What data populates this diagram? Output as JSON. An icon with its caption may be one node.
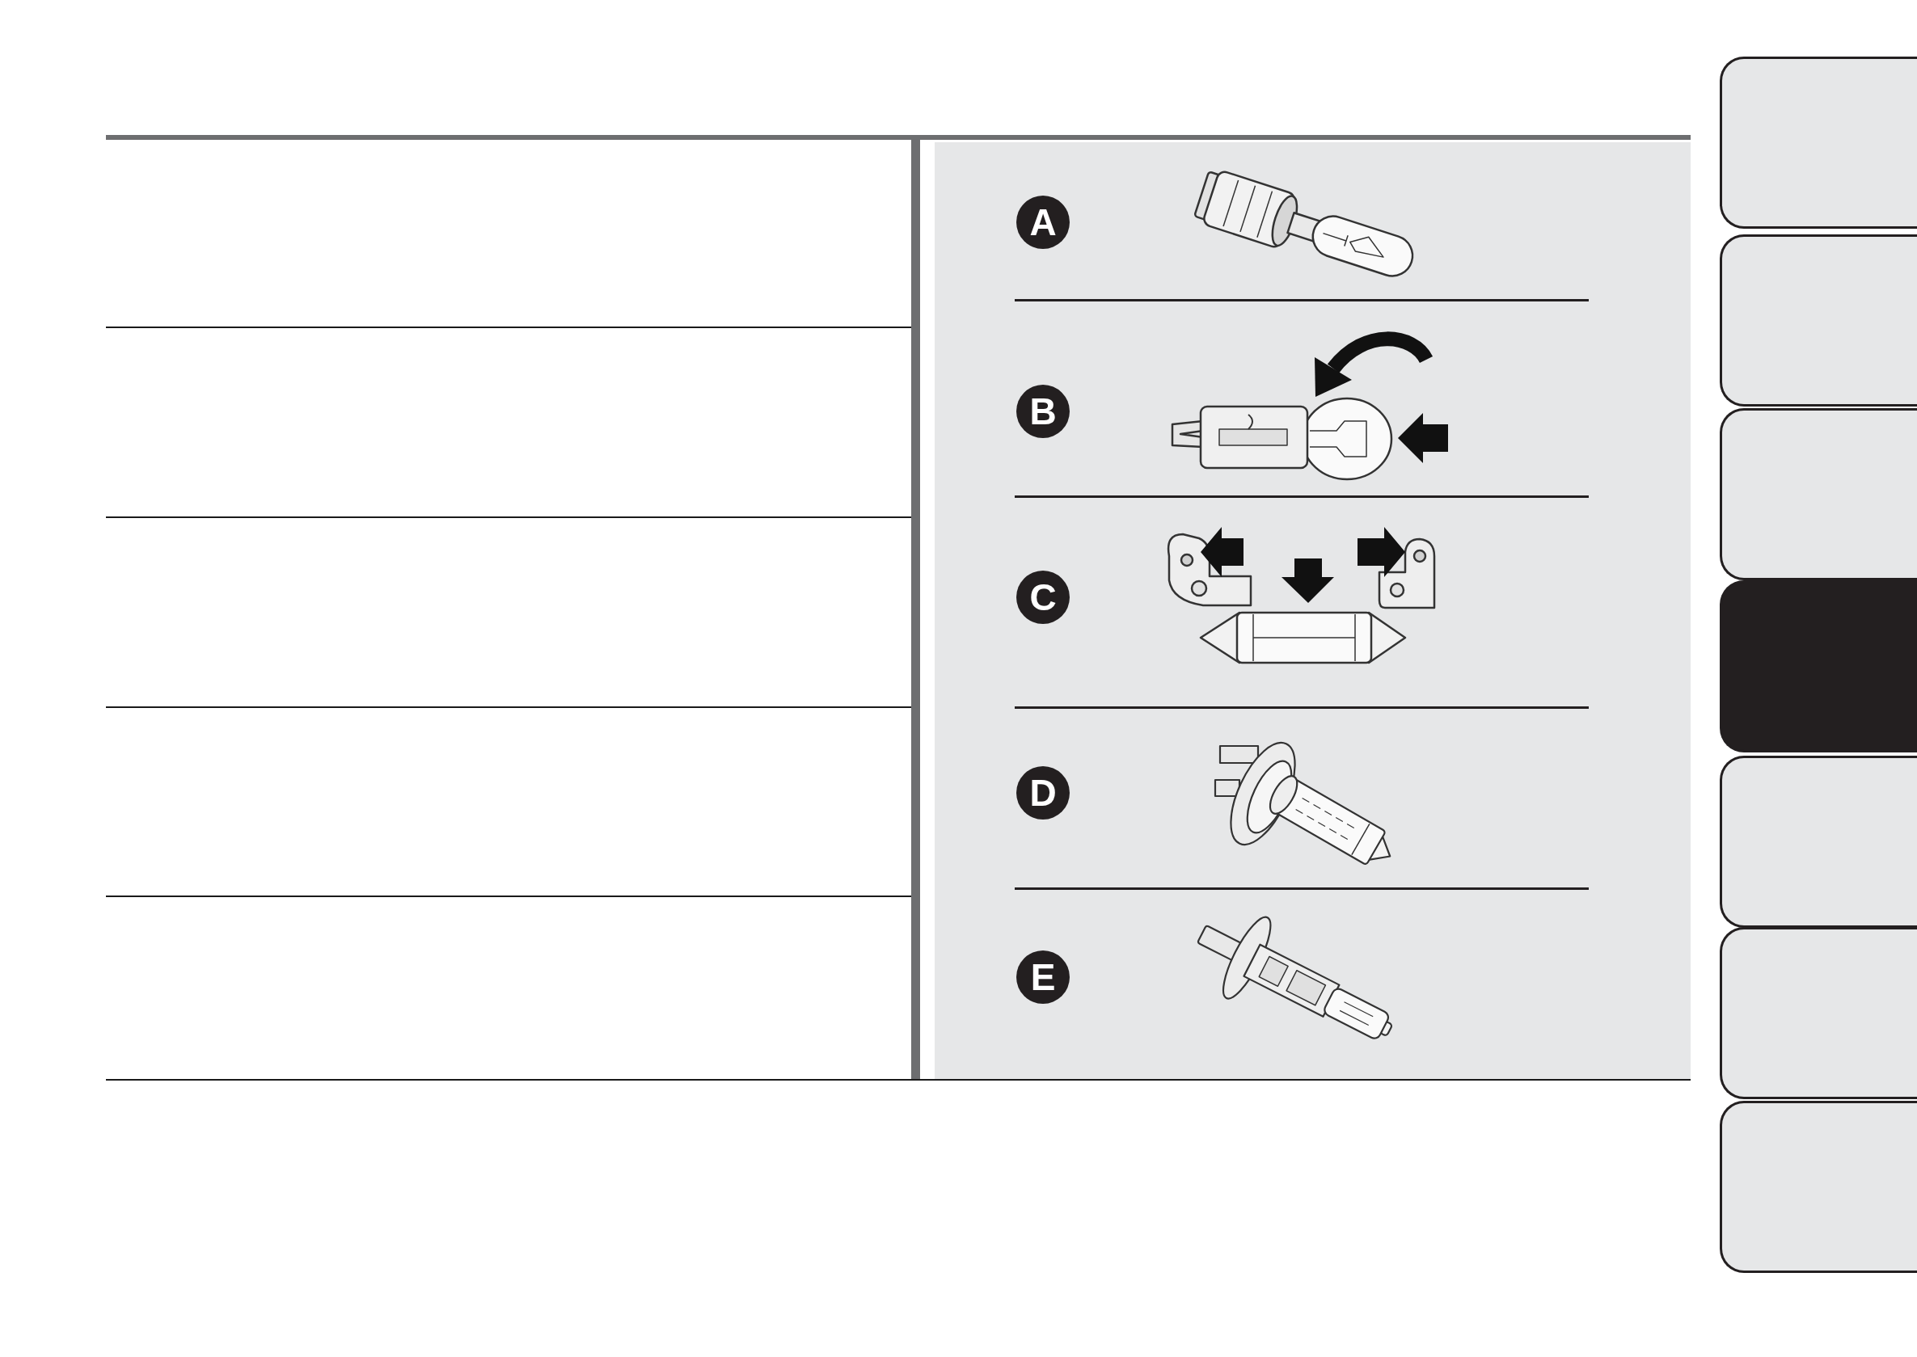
{
  "diagram": {
    "nodes": [
      {
        "text": [],
        "shape": "box"
      },
      {
        "text": [],
        "shape": "box"
      },
      {
        "text": [],
        "shape": "box"
      },
      {
        "text": [],
        "shape": "box"
      },
      {
        "text": [],
        "shape": "box"
      },
      {
        "text": [],
        "shape": "box"
      },
      {
        "text": [],
        "shape": "box"
      }
    ],
    "labels": [
      "A",
      "B",
      "C",
      "D",
      "E"
    ]
  }
}
